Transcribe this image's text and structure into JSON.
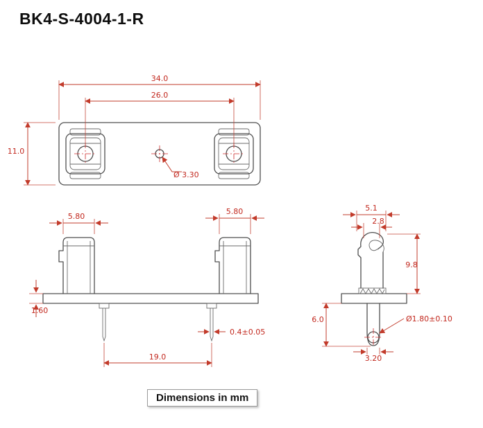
{
  "title": "BK4-S-4004-1-R",
  "footer_note": "Dimensions in mm",
  "colors": {
    "dimension_red": "#c23b2b",
    "outline_gray": "#4f4f4f"
  },
  "views": {
    "top": {
      "dims": {
        "overall_width": "34.0",
        "clip_center_spacing": "26.0",
        "overall_height": "11.0",
        "center_hole": "Ø 3.30"
      }
    },
    "front": {
      "dims": {
        "left_clip_width": "5.80",
        "right_clip_width": "5.80",
        "base_thickness": "1.60",
        "pin_spacing": "19.0",
        "pin_thickness": "0.4±0.05"
      }
    },
    "side": {
      "dims": {
        "top_width": "5.1",
        "inner_width": "2.8",
        "clip_height": "9.8",
        "pin_length": "6.0",
        "hole_dia": "Ø1.80±0.10",
        "pin_width": "3.20"
      }
    }
  }
}
